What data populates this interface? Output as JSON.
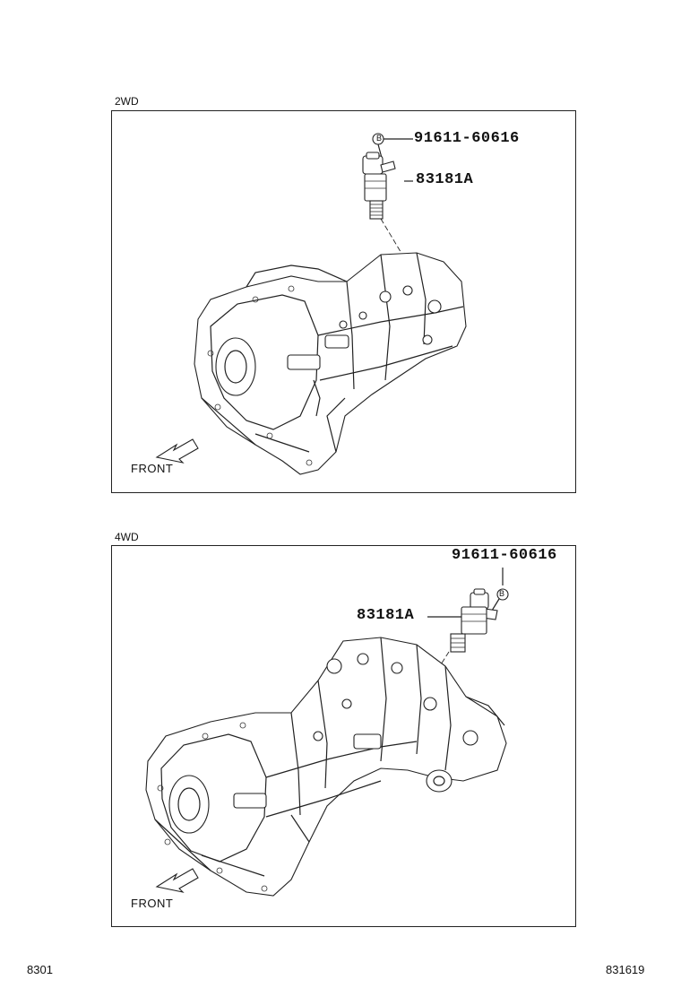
{
  "sections": [
    {
      "label": "2WD",
      "front_label": "FRONT",
      "callouts": {
        "bolt_marker": "B",
        "bolt_part": "91611-60616",
        "sensor_part": "83181A"
      }
    },
    {
      "label": "4WD",
      "front_label": "FRONT",
      "callouts": {
        "bolt_marker": "B",
        "bolt_part": "91611-60616",
        "sensor_part": "83181A"
      }
    }
  ],
  "footer": {
    "left_code": "8301",
    "right_code": "831619"
  }
}
